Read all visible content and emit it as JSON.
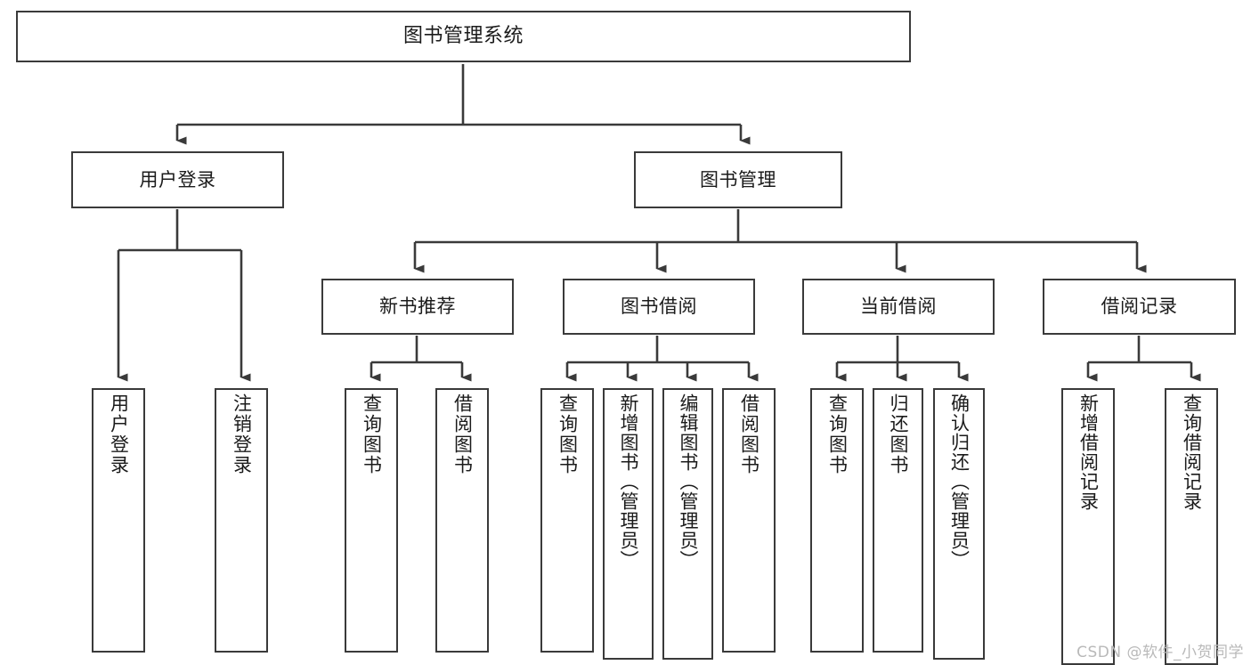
{
  "diagram": {
    "title": "图书管理系统",
    "watermark": "CSDN @软件_小贺同学",
    "stroke_color": "#3a3a3a",
    "background_color": "#ffffff",
    "text_color": "#1b1b1b",
    "nodes": {
      "root": {
        "label": "图书管理系统"
      },
      "level1": [
        {
          "label": "用户登录"
        },
        {
          "label": "图书管理"
        }
      ],
      "level2": [
        {
          "label": "新书推荐"
        },
        {
          "label": "图书借阅"
        },
        {
          "label": "当前借阅"
        },
        {
          "label": "借阅记录"
        }
      ],
      "leaves": {
        "user_login": [
          {
            "label": "用户登录"
          },
          {
            "label": "注销登录"
          }
        ],
        "new_book_recommend": [
          {
            "label": "查询图书"
          },
          {
            "label": "借阅图书"
          }
        ],
        "book_borrow": [
          {
            "label": "查询图书"
          },
          {
            "label": "新增图书（管理员）"
          },
          {
            "label": "编辑图书（管理员）"
          },
          {
            "label": "借阅图书"
          }
        ],
        "current_borrow": [
          {
            "label": "查询图书"
          },
          {
            "label": "归还图书"
          },
          {
            "label": "确认归还（管理员）"
          }
        ],
        "borrow_record": [
          {
            "label": "新增借阅记录"
          },
          {
            "label": "查询借阅记录"
          }
        ]
      }
    }
  }
}
